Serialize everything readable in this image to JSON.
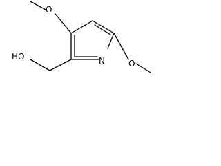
{
  "structure": {
    "atoms": {
      "o_top": "O",
      "o_right": "O",
      "n_ring": "N",
      "oh_left": "HO"
    }
  }
}
